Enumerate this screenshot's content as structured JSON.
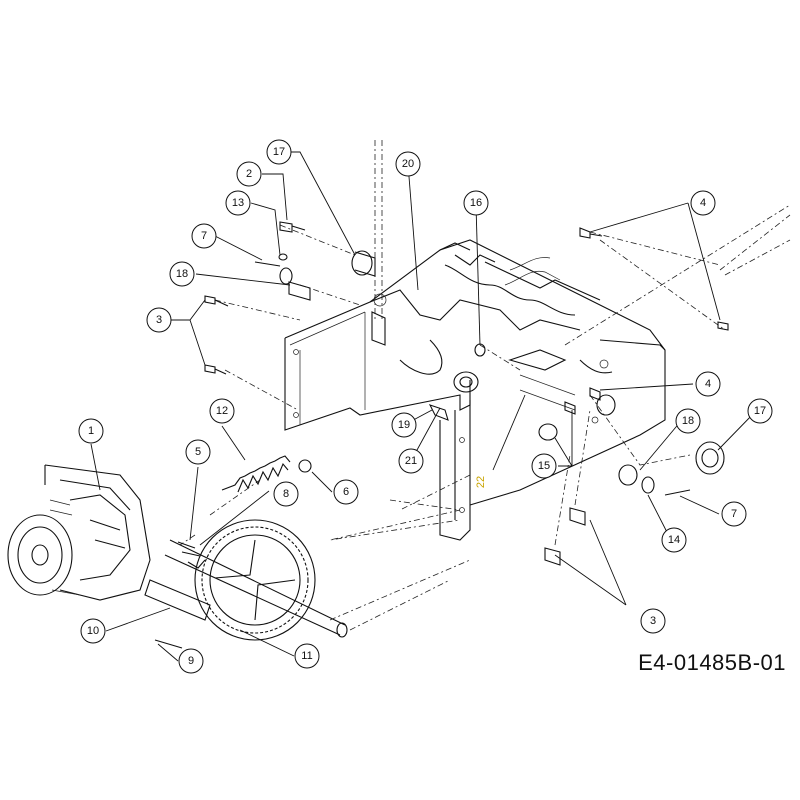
{
  "figure_code": "E4-01485B-01",
  "callouts": [
    "1",
    "2",
    "3",
    "3",
    "4",
    "4",
    "5",
    "6",
    "7",
    "7",
    "8",
    "9",
    "10",
    "11",
    "12",
    "13",
    "14",
    "15",
    "16",
    "17",
    "17",
    "18",
    "18",
    "19",
    "20",
    "21",
    "22"
  ],
  "highlight_color": "#c9a400"
}
